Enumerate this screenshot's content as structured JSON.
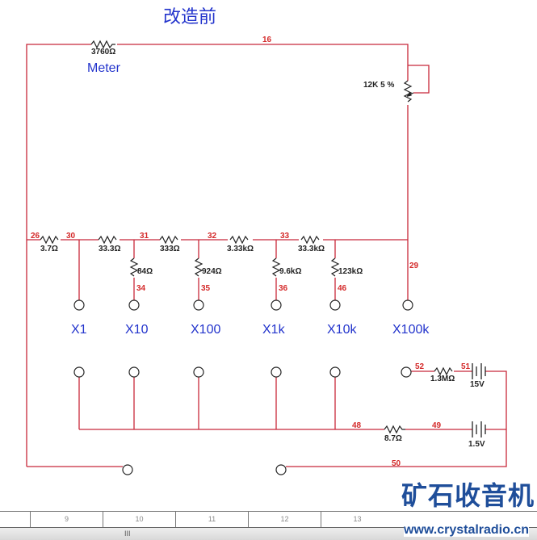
{
  "title": "改造前",
  "meter": {
    "label": "Meter",
    "resistor": "3760Ω"
  },
  "pot": {
    "label": "12K  5 %"
  },
  "nodes": {
    "n16": "16",
    "n26": "26",
    "n30": "30",
    "n31": "31",
    "n32": "32",
    "n33": "33",
    "n29": "29",
    "n34": "34",
    "n35": "35",
    "n36": "36",
    "n46": "46",
    "n48": "48",
    "n49": "49",
    "n50": "50",
    "n51": "51",
    "n52": "52"
  },
  "series_resistors": [
    "3.7Ω",
    "33.3Ω",
    "333Ω",
    "3.33kΩ",
    "33.3kΩ"
  ],
  "shunt_resistors": [
    "84Ω",
    "924Ω",
    "9.6kΩ",
    "123kΩ"
  ],
  "ranges": [
    "X1",
    "X10",
    "X100",
    "X1k",
    "X10k",
    "X100k"
  ],
  "battery": {
    "r_low": "8.7Ω",
    "v_low": "1.5V",
    "r_high": "1.3MΩ",
    "v_high": "15V"
  },
  "ruler": [
    "9",
    "10",
    "11",
    "12",
    "13"
  ],
  "watermark": {
    "cn": "矿石收音机",
    "url": "www.crystalradio.cn"
  }
}
